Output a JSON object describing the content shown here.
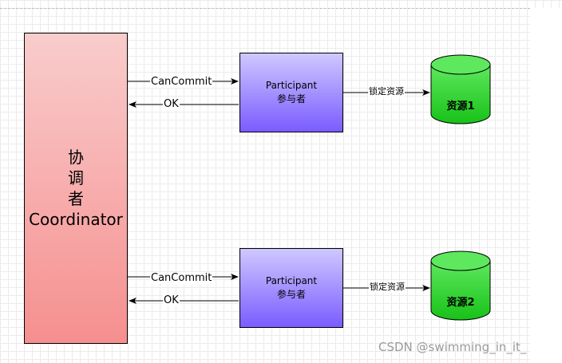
{
  "coordinator": {
    "lines": [
      "协",
      "调",
      "者",
      "Coordinator"
    ]
  },
  "participants": [
    {
      "title": "Participant",
      "subtitle": "参与者"
    },
    {
      "title": "Participant",
      "subtitle": "参与者"
    }
  ],
  "messages": [
    {
      "request": "CanCommit",
      "response": "OK"
    },
    {
      "request": "CanCommit",
      "response": "OK"
    }
  ],
  "lock_labels": [
    "锁定资源",
    "锁定资源"
  ],
  "resources": [
    "资源1",
    "资源2"
  ],
  "colors": {
    "coordinator_top": "#f9cccc",
    "coordinator_bottom": "#f68f8f",
    "participant_top": "#cfc8ff",
    "participant_bottom": "#7a5cff",
    "resource_fill": "#22cc22"
  },
  "watermark": "CSDN @swimming_in_it_"
}
